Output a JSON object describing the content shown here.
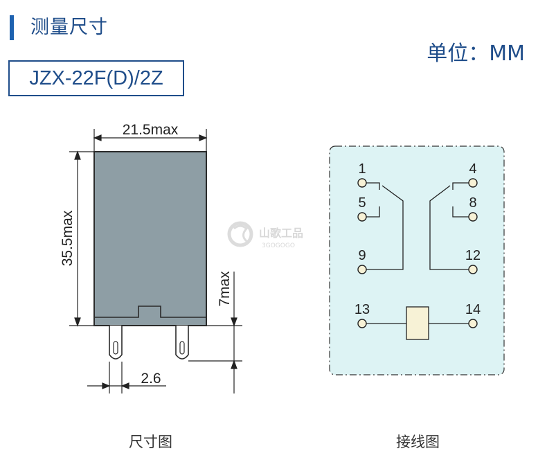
{
  "header": {
    "title": "测量尺寸",
    "unit": "单位：MM",
    "model": "JZX-22F(D)/2Z"
  },
  "dimension_drawing": {
    "width_label": "21.5max",
    "height_label": "35.5max",
    "pin_length_label": "7max",
    "pin_spacing_label": "2.6",
    "caption": "尺寸图"
  },
  "wiring_diagram": {
    "pins": {
      "p1": "1",
      "p4": "4",
      "p5": "5",
      "p8": "8",
      "p9": "9",
      "p12": "12",
      "p13": "13",
      "p14": "14"
    },
    "caption": "接线图"
  },
  "watermark": {
    "name": "山歌工品",
    "code": "3GOGOGO"
  },
  "colors": {
    "accent": "#1e62b0",
    "title": "#1f4d8a",
    "relay_body": "#8e9ea5",
    "wiring_bg": "#ddf3f4",
    "coil": "#f7f2d6"
  }
}
